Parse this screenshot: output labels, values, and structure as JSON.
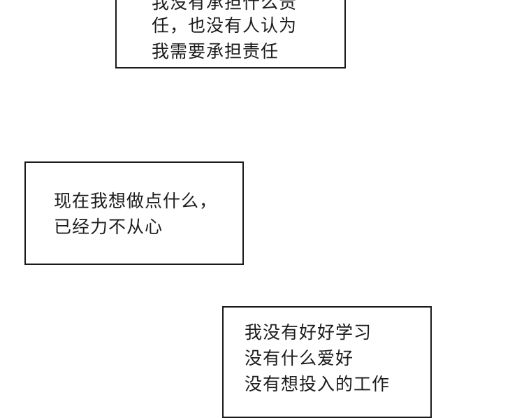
{
  "captions": [
    {
      "lines": [
        "我没有承担什么责",
        "任，也没有人认为",
        "我需要承担责任"
      ]
    },
    {
      "lines": [
        "现在我想做点什么，",
        "已经力不从心"
      ]
    },
    {
      "lines": [
        "我没有好好学习",
        "没有什么爱好",
        "没有想投入的工作"
      ]
    }
  ],
  "colors": {
    "background": "#ffffff",
    "border": "#1a1a1a",
    "text": "#1c1c1c"
  }
}
